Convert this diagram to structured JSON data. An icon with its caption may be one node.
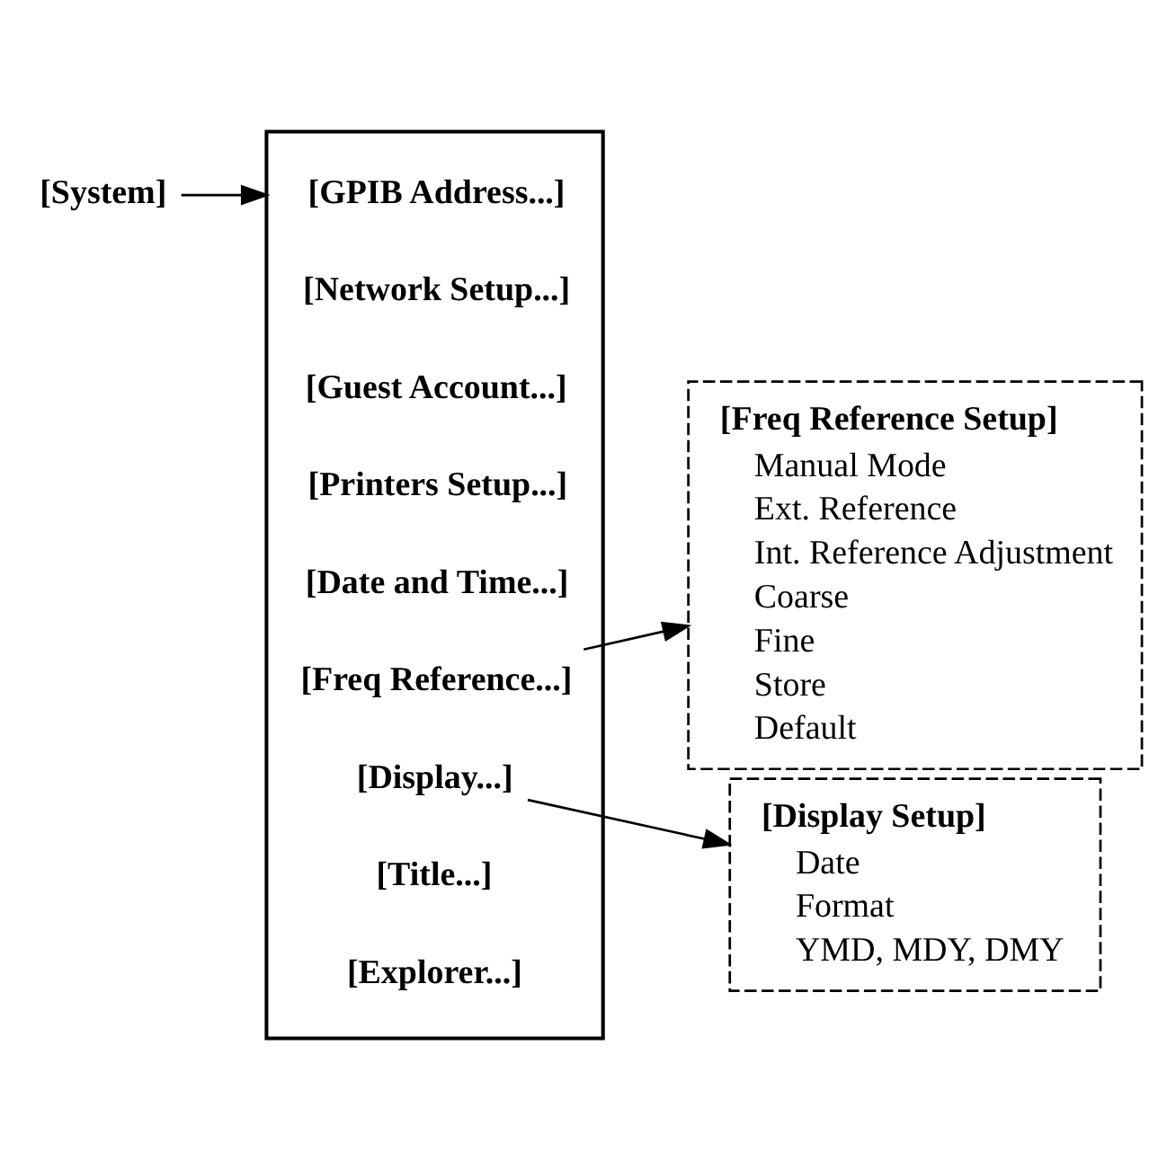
{
  "diagram": {
    "nodes": [
      {
        "text": [
          "[System]"
        ]
      },
      {
        "text": [],
        "shape": "bracket"
      },
      {
        "text": [
          "[GPIB Address...]"
        ],
        "in": 1
      },
      {
        "text": [
          "[Network Setup...]"
        ],
        "in": 1
      },
      {
        "text": [
          "[Guest Account...]"
        ],
        "in": 1
      },
      {
        "text": [
          "[Printers Setup...]"
        ],
        "in": 1
      },
      {
        "text": [
          "[Date and Time...]"
        ],
        "in": 1
      },
      {
        "text": [
          "[Freq Reference...]"
        ],
        "in": 1
      },
      {
        "text": [
          "[Display...]"
        ],
        "in": 1
      },
      {
        "text": [
          "[Title...]"
        ],
        "in": 1
      },
      {
        "text": [
          "[Explorer...]"
        ],
        "in": 1
      },
      {
        "text": [
          "[Freq Reference Setup]",
          "Manual Mode",
          "Ext. Reference",
          "Int. Reference Adjustment",
          "Coarse",
          "Fine",
          "Store",
          "Default"
        ]
      },
      {
        "text": [
          "[Display Setup]",
          "Date",
          "Format",
          "YMD, MDY, DMY"
        ]
      }
    ],
    "edges": [
      {
        "from": 0,
        "to": 1,
        "arrow": "to"
      },
      {
        "from": 7,
        "to": 11,
        "arrow": "to"
      },
      {
        "from": 8,
        "to": 12,
        "arrow": "to"
      }
    ]
  }
}
